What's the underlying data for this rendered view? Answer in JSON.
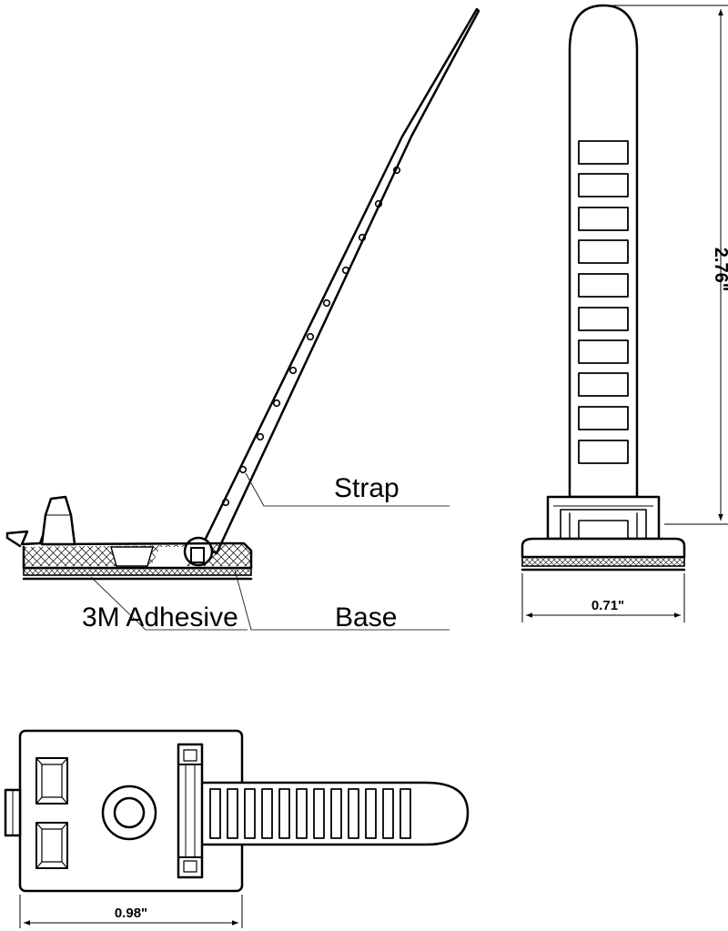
{
  "labels": {
    "strap": "Strap",
    "adhesive": "3M Adhesive",
    "base": "Base"
  },
  "dimensions": {
    "height": "2.76\"",
    "width_end": "0.71\"",
    "width_top": "0.98\""
  },
  "colors": {
    "line": "#000000",
    "background": "#ffffff"
  }
}
